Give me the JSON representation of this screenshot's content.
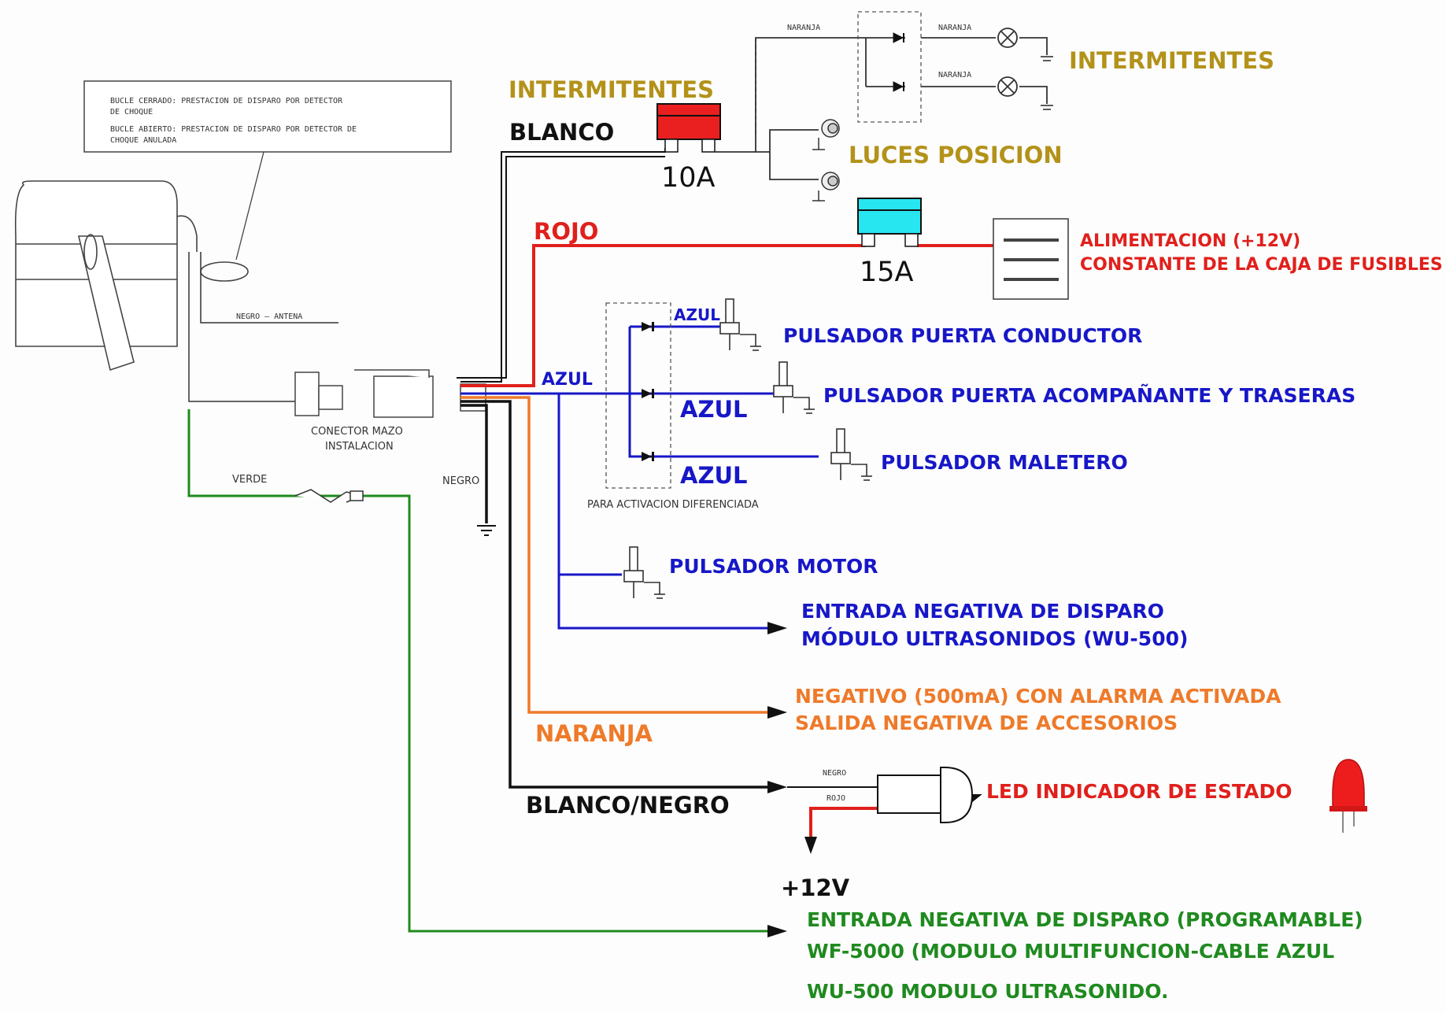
{
  "colors": {
    "white_wire": "#111111",
    "red": "#e0201c",
    "blue": "#1717c8",
    "orange": "#ee7a2a",
    "black": "#111111",
    "green": "#1f8a1f",
    "olive": "#b3921a",
    "fuse10": "#ea1f1f",
    "fuse15": "#27e6f0"
  },
  "note": {
    "line1": "BUCLE CERRADO: PRESTACION DE DISPARO POR DETECTOR",
    "line2": "DE CHOQUE",
    "line3": "BUCLE ABIERTO: PRESTACION DE DISPARO POR DETECTOR DE",
    "line4": "CHOQUE ANULADA"
  },
  "small_labels": {
    "negro_antena": "NEGRO — ANTENA",
    "conector1": "CONECTOR MAZO",
    "conector2": "INSTALACION",
    "verde": "VERDE",
    "negro": "NEGRO",
    "activacion": "PARA ACTIVACION DIFERENCIADA",
    "naranja_top": "NARANJA",
    "naranja_r1": "NARANJA",
    "naranja_r2": "NARANJA",
    "negro_led": "NEGRO",
    "rojo_led": "ROJO"
  },
  "labels": {
    "intermitentes_left": "INTERMITENTES",
    "intermitentes_right": "INTERMITENTES",
    "blanco": "BLANCO",
    "fuse10": "10A",
    "luces_posicion": "LUCES POSICION",
    "rojo": "ROJO",
    "fuse15": "15A",
    "alimentacion1": "ALIMENTACION (+12V)",
    "alimentacion2": "CONSTANTE DE LA CAJA DE FUSIBLES",
    "azul_small": "AZUL",
    "azul_main": "AZUL",
    "azul_mid": "AZUL",
    "azul_low": "AZUL",
    "pulsador_conductor": "PULSADOR PUERTA CONDUCTOR",
    "pulsador_acompanante": "PULSADOR PUERTA ACOMPAÑANTE Y TRASERAS",
    "pulsador_maletero": "PULSADOR MALETERO",
    "pulsador_motor": "PULSADOR MOTOR",
    "entrada_neg1": "ENTRADA NEGATIVA DE DISPARO",
    "entrada_neg2": "MÓDULO ULTRASONIDOS (WU-500)",
    "negativo1": "NEGATIVO (500mA) CON ALARMA ACTIVADA",
    "negativo2": "SALIDA NEGATIVA DE ACCESORIOS",
    "naranja": "NARANJA",
    "blanco_negro": "BLANCO/NEGRO",
    "led": "LED INDICADOR DE ESTADO",
    "plus12": "+12V",
    "programable1": "ENTRADA NEGATIVA DE DISPARO (PROGRAMABLE)",
    "programable2": "WF-5000 (MODULO MULTIFUNCION-CABLE AZUL",
    "programable3": "WU-500 MODULO ULTRASONIDO."
  }
}
